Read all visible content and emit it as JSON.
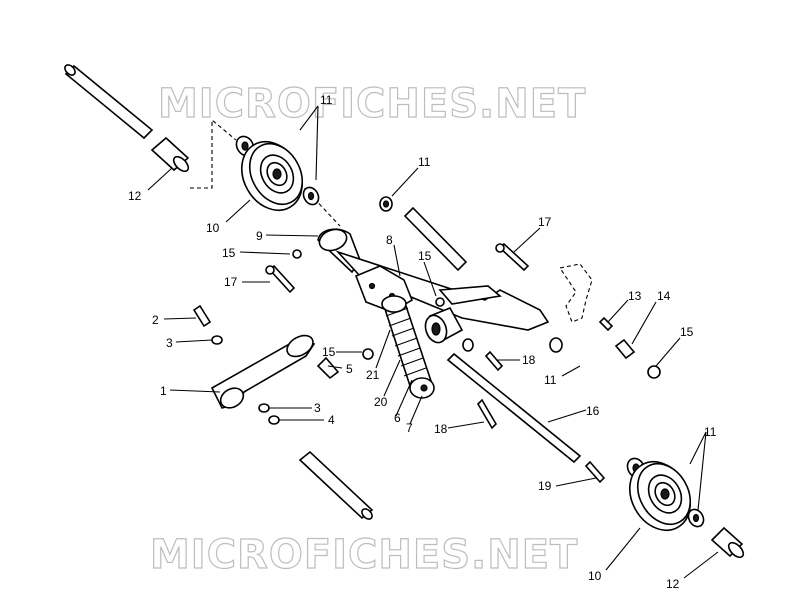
{
  "watermark": {
    "top": "MICROFICHES.NET",
    "bottom": "MICROFICHES.NET"
  },
  "callouts": {
    "c1": "1",
    "c2": "2",
    "c3a": "3",
    "c3b": "3",
    "c4": "4",
    "c5": "5",
    "c6": "6",
    "c7": "7",
    "c8": "8",
    "c9": "9",
    "c10a": "10",
    "c10b": "10",
    "c11a": "11",
    "c11b": "11",
    "c11c": "11",
    "c11d": "11",
    "c12a": "12",
    "c12b": "12",
    "c13": "13",
    "c14": "14",
    "c15a": "15",
    "c15b": "15",
    "c15c": "15",
    "c15d": "15",
    "c16": "16",
    "c17a": "17",
    "c17b": "17",
    "c18a": "18",
    "c18b": "18",
    "c19": "19",
    "c20": "20",
    "c21": "21"
  }
}
